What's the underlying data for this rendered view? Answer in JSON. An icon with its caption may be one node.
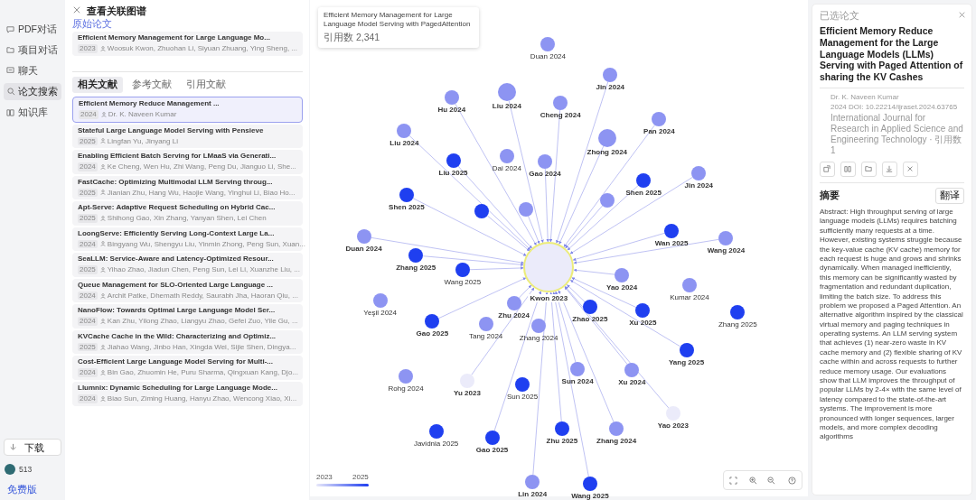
{
  "diagram": {
    "nodes": [
      {
        "text": [
          "Efficient Memory Management for Large Language Mo...",
          "2023",
          "Woosuk Kwon, Zhuohan Li, Siyuan Zhuang, Ying Sheng, ..."
        ]
      },
      {
        "text": [
          "Efficient Memory Reduce Management ...",
          "2024",
          "Dr. K. Naveen Kumar"
        ]
      },
      {
        "text": [
          "Stateful Large Language Model Serving with Pensieve",
          "2025",
          "Lingfan Yu, Jinyang Li"
        ]
      },
      {
        "text": [
          "Enabling Efficient Batch Serving for LMaaS via Generati...",
          "2024",
          "Ke Cheng, Wen Hu, Zhi Wang, Peng Du, Jianguo Li, She..."
        ]
      },
      {
        "text": [
          "FastCache: Optimizing Multimodal LLM Serving throug...",
          "2025",
          "Jianian Zhu, Hang Wu, Haojie Wang, Yinghui Li, Biao Ho..."
        ]
      },
      {
        "text": [
          "Apt-Serve: Adaptive Request Scheduling on Hybrid Cac...",
          "2025",
          "Shihong Gao, Xin Zhang, Yanyan Shen, Lei Chen"
        ]
      },
      {
        "text": [
          "LoongServe: Efficiently Serving Long-Context Large La...",
          "2024",
          "Bingyang Wu, Shengyu Liu, Yinmin Zhong, Peng Sun, Xuan..."
        ]
      },
      {
        "text": [
          "SeaLLM: Service-Aware and Latency-Optimized Resour...",
          "2025",
          "Yihao Zhao, Jiadun Chen, Peng Sun, Lei Li, Xuanzhe Liu, ..."
        ]
      },
      {
        "text": [
          "Queue Management for SLO-Oriented Large Language ...",
          "2024",
          "Archit Patke, Dhemath Reddy, Saurabh Jha, Haoran Qiu, ..."
        ]
      },
      {
        "text": [
          "NanoFlow: Towards Optimal Large Language Model Ser...",
          "2024",
          "Kan Zhu, Yilong Zhao, Liangyu Zhao, Gefei Zuo, Yile Gu, ..."
        ]
      },
      {
        "text": [
          "KVCache Cache in the Wild: Characterizing and Optimiz...",
          "2025",
          "Jiahao Wang, Jinbo Han, Xingda Wei, Sijie Shen, Dingya..."
        ]
      },
      {
        "text": [
          "Cost-Efficient Large Language Model Serving for Multi-...",
          "2024",
          "Bin Gao, Zhuomin He, Puru Sharma, Qingxuan Kang, Djo..."
        ]
      },
      {
        "text": [
          "Llumnix: Dynamic Scheduling for Large Language Mode...",
          "2024",
          "Biao Sun, Ziming Huang, Hanyu Zhao, Wencong Xiao, Xi..."
        ]
      },
      {
        "text": [
          "已选论文",
          "Efficient Memory Reduce Management for the Large Language Models (LLMs) Serving with Paged Attention of sharing the KV Cashes",
          "Dr. K. Naveen Kumar",
          "2024 DOI: 10.22214/ijraset.2024.63765",
          "International Journal for Research in Applied Science and Engineering Technology · 引用数 1",
          "摘要",
          "Abstract: High throughput serving of large language models (LLMs) requires batching sufficiently many requests at a time. However, existing systems struggle because the key-value cache (KV cache) memory for each request is huge and grows and shrinks dynamically. When managed inefficiently, this memory can be significantly wasted by fragmentation and redundant duplication, limiting the batch size. To address this problem we proposed a Paged Attention. An alternative algorithm inspired by the classical virtual memory and paging techniques in operating systems. An LLM serving system that achieves (1) near-zero waste in KV cache memory and (2) flexible sharing of KV cache within and across requests to further reduce memory usage. Our evaluations show that LLM improves the throughput of popular LLMs by 2-4× with the same level of latency compared to the state-of-the-art systems. The improvement is more pronounced with longer sequences, larger models, and more complex decoding algorithms"
        ]
      },
      {
        "text": [
          "Efficient Memory Management for Large Language Model Serving with PagedAttention",
          "引用数 2,341"
        ]
      },
      {
        "text": [
          "Kwon 2023"
        ]
      },
      {
        "text": [
          "Duan 2024"
        ]
      },
      {
        "text": [
          "Jin 2024"
        ]
      },
      {
        "text": [
          "Hu 2024"
        ]
      },
      {
        "text": [
          "Liu 2024"
        ]
      },
      {
        "text": [
          "Cheng 2024"
        ]
      },
      {
        "text": [
          "Pan 2024"
        ]
      },
      {
        "text": [
          "Liu 2024"
        ]
      },
      {
        "text": [
          "Zhong 2024"
        ]
      },
      {
        "text": [
          "Liu 2025"
        ]
      },
      {
        "text": [
          "Dai 2024"
        ]
      },
      {
        "text": [
          "Gao 2024"
        ]
      },
      {
        "text": [
          "Jin 2024"
        ]
      },
      {
        "text": [
          "Shen 2025"
        ]
      },
      {
        "text": [
          "Shen 2025"
        ]
      },
      {
        "text": [],
        "shape": "circle"
      },
      {
        "text": [],
        "shape": "circle"
      },
      {
        "text": [],
        "shape": "circle"
      },
      {
        "text": [
          "Duan 2024"
        ]
      },
      {
        "text": [
          "Wan 2025"
        ]
      },
      {
        "text": [
          "Wang 2024"
        ]
      },
      {
        "text": [
          "Zhang 2025"
        ]
      },
      {
        "text": [
          "Yao 2024"
        ]
      },
      {
        "text": [
          "Zhu 2024"
        ]
      },
      {
        "text": [
          "Wang 2025"
        ]
      },
      {
        "text": [
          "Kumar 2024"
        ]
      },
      {
        "text": [
          "Yeşil 2024"
        ]
      },
      {
        "text": [
          "Zhao 2025"
        ]
      },
      {
        "text": [
          "Xu 2025"
        ]
      },
      {
        "text": [
          "Zhang 2025"
        ]
      },
      {
        "text": [
          "Gao 2025"
        ]
      },
      {
        "text": [
          "Tang 2024"
        ]
      },
      {
        "text": [
          "Zhang 2024"
        ]
      },
      {
        "text": [
          "Yang 2025"
        ]
      },
      {
        "text": [
          "Sun 2024"
        ]
      },
      {
        "text": [
          "Xu 2024"
        ]
      },
      {
        "text": [
          "Rohg 2024"
        ]
      },
      {
        "text": [
          "Yu 2023"
        ]
      },
      {
        "text": [
          "Sun 2025"
        ]
      },
      {
        "text": [
          "Yao 2023"
        ]
      },
      {
        "text": [
          "Zhu 2025"
        ]
      },
      {
        "text": [
          "Zhang 2024"
        ]
      },
      {
        "text": [
          "Javidnia 2025"
        ]
      },
      {
        "text": [
          "Gao 2025"
        ]
      },
      {
        "text": [
          "Lin 2024"
        ]
      },
      {
        "text": [
          "Wang 2025"
        ]
      }
    ],
    "edges": [
      {
        "from": 17,
        "to": 15,
        "arrow": "to"
      },
      {
        "from": 18,
        "to": 15,
        "arrow": "to"
      },
      {
        "from": 19,
        "to": 15,
        "arrow": "to"
      },
      {
        "from": 20,
        "to": 15,
        "arrow": "to"
      },
      {
        "from": 21,
        "to": 15,
        "arrow": "to"
      },
      {
        "from": 22,
        "to": 15,
        "arrow": "to"
      },
      {
        "from": 23,
        "to": 15,
        "arrow": "to"
      },
      {
        "from": 24,
        "to": 15,
        "arrow": "to"
      },
      {
        "from": 26,
        "to": 15,
        "arrow": "to"
      },
      {
        "from": 27,
        "to": 15,
        "arrow": "to"
      },
      {
        "from": 28,
        "to": 15,
        "arrow": "to"
      },
      {
        "from": 29,
        "to": 15,
        "arrow": "to"
      },
      {
        "from": 30,
        "to": 15,
        "arrow": "to"
      },
      {
        "from": 31,
        "to": 15,
        "arrow": "to"
      },
      {
        "from": 32,
        "to": 15,
        "arrow": "to"
      },
      {
        "from": 33,
        "to": 15,
        "arrow": "to"
      },
      {
        "from": 34,
        "to": 15,
        "arrow": "to"
      },
      {
        "from": 35,
        "to": 15,
        "arrow": "to"
      },
      {
        "from": 36,
        "to": 15,
        "arrow": "to"
      },
      {
        "from": 37,
        "to": 15,
        "arrow": "to"
      },
      {
        "from": 38,
        "to": 15,
        "arrow": "to"
      },
      {
        "from": 39,
        "to": 15,
        "arrow": "to"
      },
      {
        "from": 42,
        "to": 15,
        "arrow": "to"
      },
      {
        "from": 43,
        "to": 15,
        "arrow": "to"
      },
      {
        "from": 45,
        "to": 15,
        "arrow": "to"
      },
      {
        "from": 48,
        "to": 15,
        "arrow": "to"
      },
      {
        "from": 49,
        "to": 15,
        "arrow": "to"
      },
      {
        "from": 50,
        "to": 15,
        "arrow": "to"
      },
      {
        "from": 52,
        "to": 15,
        "arrow": "to"
      },
      {
        "from": 54,
        "to": 15,
        "arrow": "to"
      },
      {
        "from": 55,
        "to": 15,
        "arrow": "to"
      },
      {
        "from": 56,
        "to": 15,
        "arrow": "to"
      },
      {
        "from": 58,
        "to": 15,
        "arrow": "to"
      },
      {
        "from": 59,
        "to": 15,
        "arrow": "to"
      },
      {
        "from": 60,
        "to": 15,
        "arrow": "to"
      }
    ],
    "labels": [
      "PDF对话",
      "项目对话",
      "聊天",
      "论文搜索",
      "知识库",
      "下载",
      "513",
      "免费版",
      "查看关联图谱",
      "原始论文",
      "相关文献",
      "参考文献",
      "引用文献",
      "翻译",
      "2023",
      "2025"
    ]
  }
}
